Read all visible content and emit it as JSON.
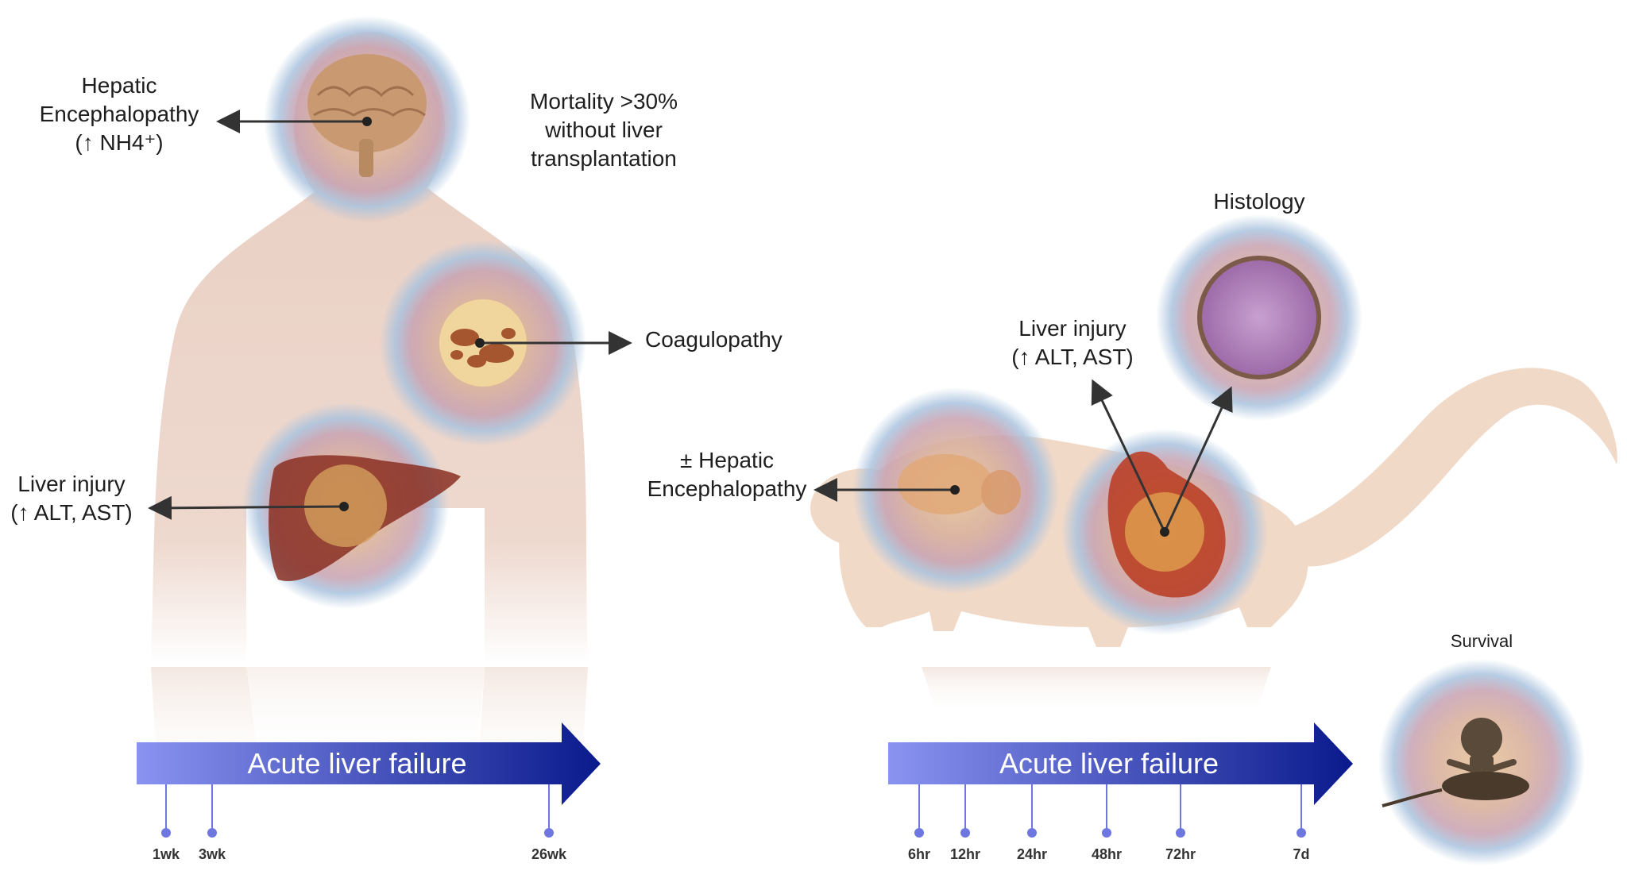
{
  "human": {
    "brain_label_1": "Hepatic",
    "brain_label_2": "Encephalopathy",
    "brain_label_3": "(↑ NH4⁺)",
    "mortality_1": "Mortality >30%",
    "mortality_2": "without liver",
    "mortality_3": "transplantation",
    "coag_label": "Coagulopathy",
    "liver_label_1": "Liver injury",
    "liver_label_2": "(↑ ALT, AST)",
    "timeline_label": "Acute liver failure",
    "ticks": [
      "1wk",
      "3wk",
      "26wk"
    ]
  },
  "mouse": {
    "histology_label": "Histology",
    "liver_label_1": "Liver injury",
    "liver_label_2": "(↑ ALT, AST)",
    "he_label_1": "± Hepatic",
    "he_label_2": "Encephalopathy",
    "survival_label": "Survival",
    "timeline_label": "Acute liver failure",
    "ticks": [
      "6hr",
      "12hr",
      "24hr",
      "48hr",
      "72hr",
      "7d"
    ]
  },
  "colors": {
    "arrow_start": "#8a93f0",
    "arrow_end": "#0a1a8c",
    "skin": "#e9cfc3",
    "mouse_body": "#f1d9c8",
    "halo_outer": "#a9c8e4",
    "halo_mid": "#c9a7b5",
    "halo_inner": "#e2c5a6",
    "tick": "#6e77e0"
  }
}
